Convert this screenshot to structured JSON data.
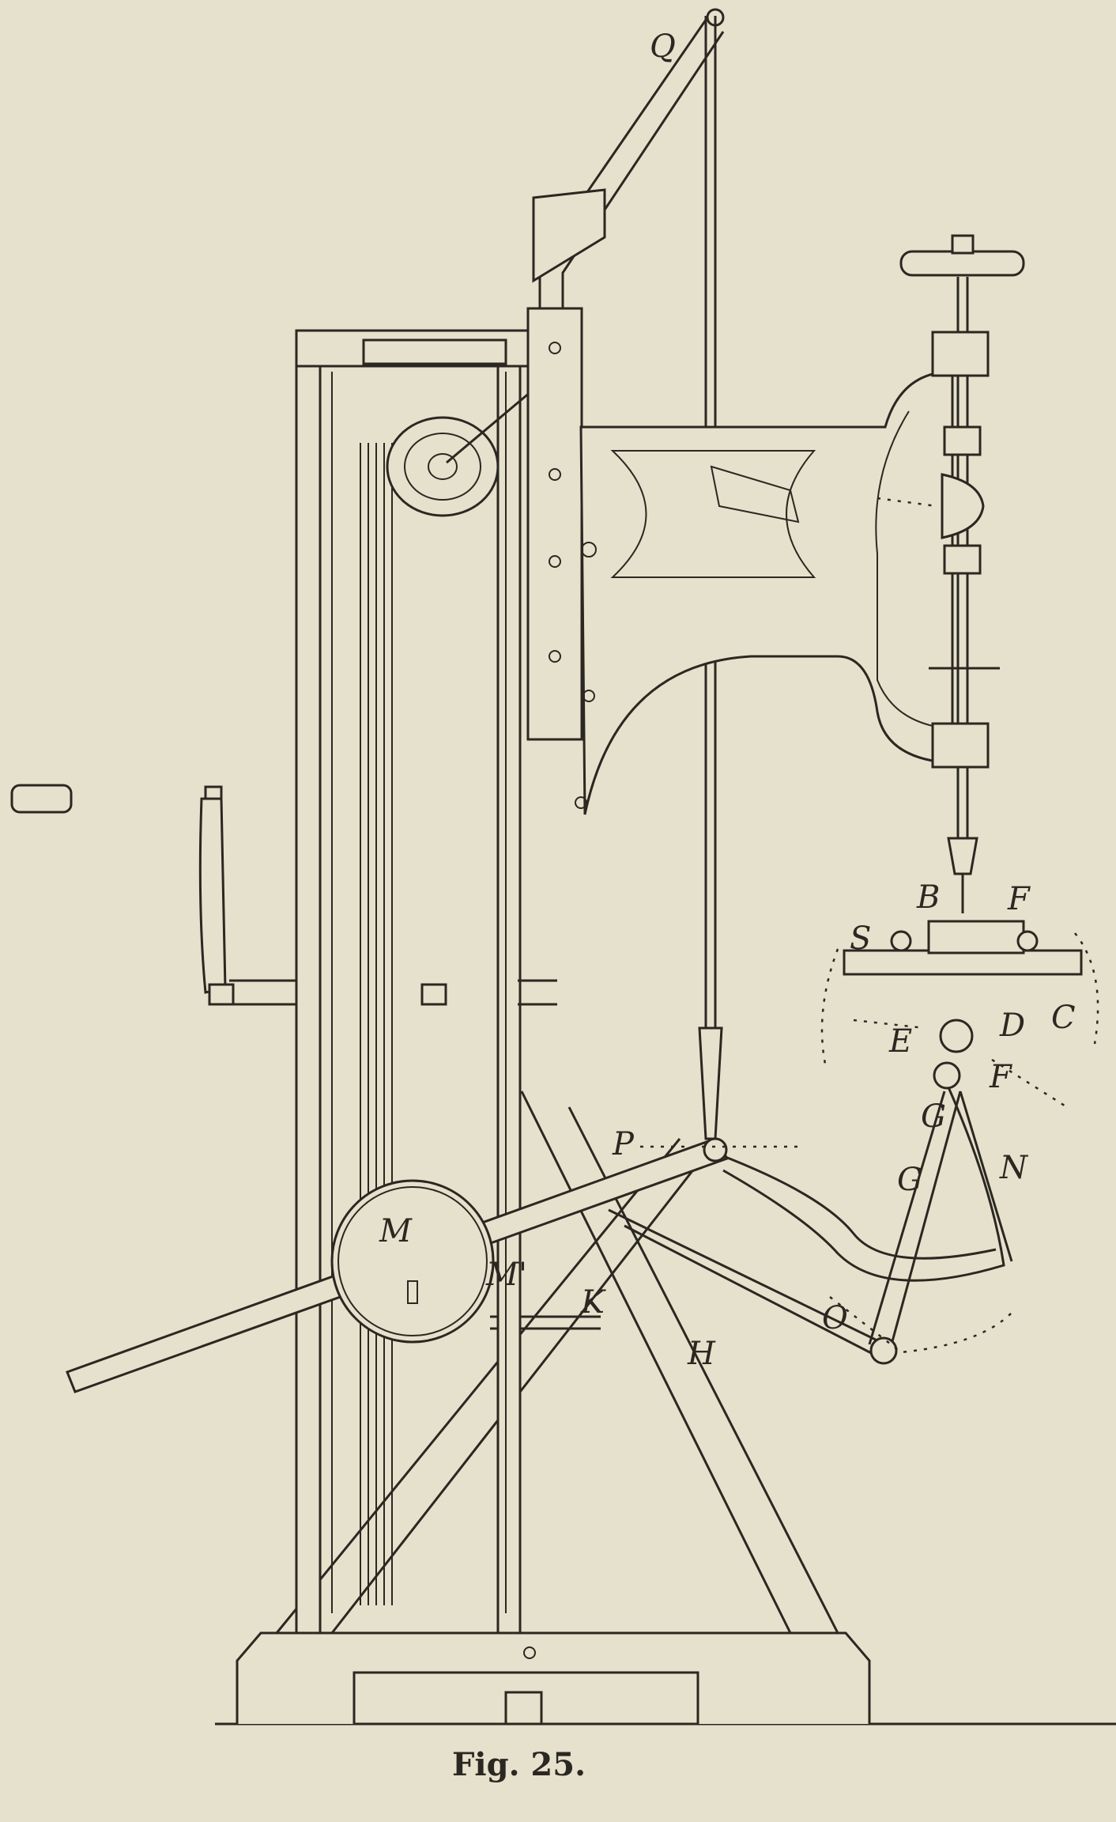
{
  "figure": {
    "caption": "Fig. 25.",
    "labels": {
      "Q": "Q",
      "B": "B",
      "F_top": "F",
      "S": "S",
      "C": "C",
      "D": "D",
      "E": "E",
      "F_low": "F",
      "G_upper": "G",
      "G_lower": "G",
      "N": "N",
      "P": "P",
      "M": "M",
      "M_prime": "M'",
      "K": "K",
      "H": "H",
      "O": "O"
    }
  },
  "colors": {
    "paper": "#e5e1cc",
    "ink": "#2b2721"
  }
}
